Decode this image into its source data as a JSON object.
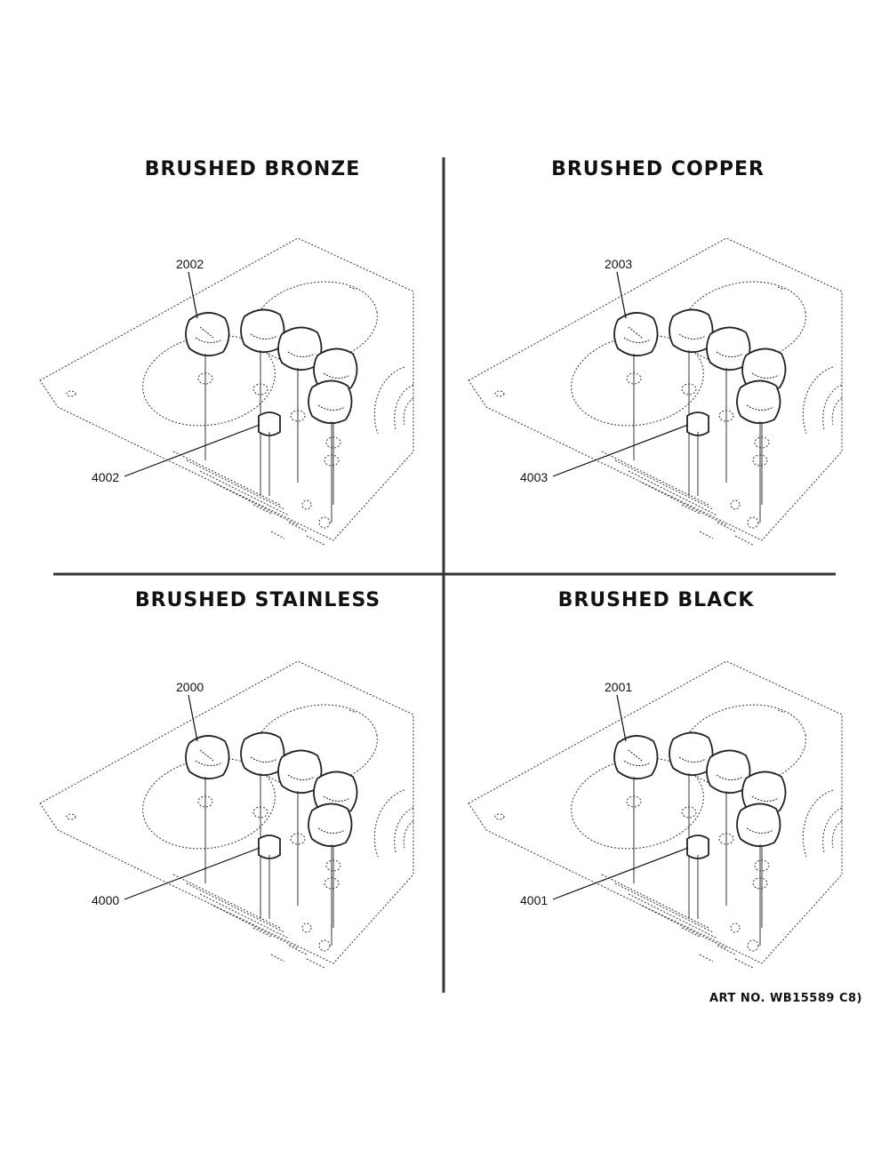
{
  "quadrants": [
    {
      "title": "BRUSHED BRONZE",
      "knob_part": "2002",
      "small_part": "4002"
    },
    {
      "title": "BRUSHED COPPER",
      "knob_part": "2003",
      "small_part": "4003"
    },
    {
      "title": "BRUSHED STAINLESS",
      "knob_part": "2000",
      "small_part": "4000"
    },
    {
      "title": "BRUSHED BLACK",
      "knob_part": "2001",
      "small_part": "4001"
    }
  ],
  "art_number": "ART NO. WB15589 C8)"
}
